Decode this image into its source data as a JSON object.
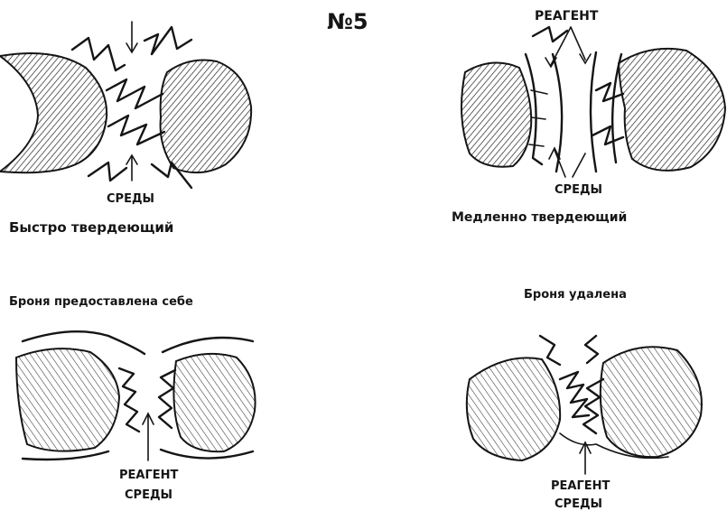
{
  "page_number": "№5",
  "panels": [
    {
      "caption_top": "",
      "caption_bottom_1": "СРЕДЫ",
      "caption_bottom_2": "Быстро твердеющий"
    },
    {
      "caption_top": "РЕАГЕНТ",
      "caption_bottom_1": "СРЕДЫ",
      "caption_bottom_2": "Медленно твердеющий"
    },
    {
      "caption_top": "Броня предоставлена себе",
      "caption_bottom_1": "РЕАГЕНТ",
      "caption_bottom_2": "СРЕДЫ"
    },
    {
      "caption_top": "Броня удалена",
      "caption_bottom_1": "РЕАГЕНТ",
      "caption_bottom_2": "СРЕДЫ"
    }
  ]
}
